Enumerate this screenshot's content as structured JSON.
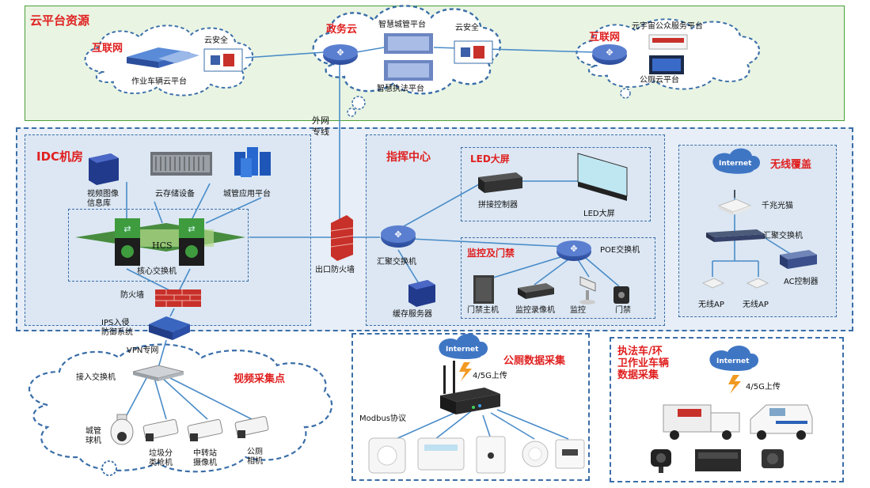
{
  "cloud_platform": {
    "title": "云平台资源",
    "internet_left": {
      "title": "互联网",
      "security": "云安全",
      "platform": "作业车辆云平台"
    },
    "gov_cloud": {
      "title": "政务云",
      "platform_top": "智慧城管平台",
      "platform_bottom": "智慧执法平台",
      "security": "云安全"
    },
    "internet_right": {
      "title": "互联网",
      "platform_top": "元宇宙公众服务平台",
      "platform_bottom": "公厕云平台"
    }
  },
  "external_line": "外网\n专线",
  "idc": {
    "title": "IDC机房",
    "video_db": "视频图像\n信息库",
    "cloud_storage": "云存储设备",
    "city_app": "城管应用平台",
    "hcs": "HCS",
    "core_switch": "核心交换机",
    "firewall": "防火墙",
    "ips": "IPS入侵\n防御系统",
    "vpn": "VPN专网"
  },
  "exit_firewall": "出口防火墙",
  "command_center": {
    "title": "指挥中心",
    "agg_switch": "汇聚交换机",
    "cache_server": "缓存服务器",
    "led": {
      "title": "LED大屏",
      "controller": "拼接控制器",
      "screen": "LED大屏"
    },
    "monitor": {
      "title": "监控及门禁",
      "poe_switch": "POE交换机",
      "access_host": "门禁主机",
      "nvr": "监控录像机",
      "camera": "监控",
      "door": "门禁"
    }
  },
  "wireless": {
    "title": "无线覆盖",
    "internet": "Internet",
    "ont": "千兆光猫",
    "agg_switch": "汇聚交换机",
    "ac": "AC控制器",
    "ap1": "无线AP",
    "ap2": "无线AP"
  },
  "video_collect": {
    "title": "视频采集点",
    "access_switch": "接入交换机",
    "dome": "城管\n球机",
    "garbage": "垃圾分\n类枪机",
    "transfer": "中转站\n摄像机",
    "toilet": "公厕\n相机"
  },
  "toilet_data": {
    "title": "公厕数据采集",
    "internet": "Internet",
    "uplink": "4/5G上传",
    "modbus": "Modbus协议"
  },
  "vehicle_data": {
    "title": "执法车/环\n卫作业车辆\n数据采集",
    "internet": "Internet",
    "uplink": "4/5G上传"
  },
  "colors": {
    "accent_red": "#e02020",
    "zone_green_bg": "#e9f4e3",
    "zone_green_border": "#4aa03a",
    "dashed_blue": "#3a6ea8",
    "link_blue": "#4a8cc8",
    "internet_blue": "#3f76c4"
  }
}
